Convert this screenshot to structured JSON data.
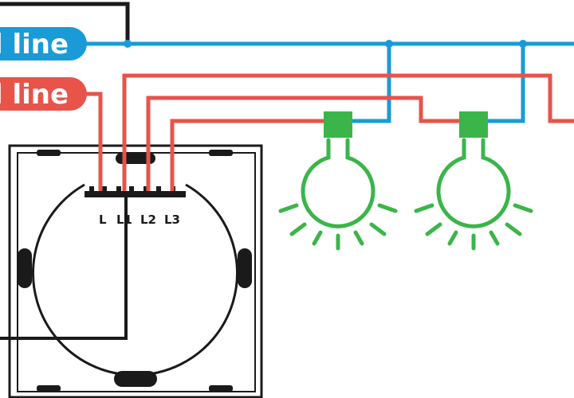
{
  "labels": {
    "neutral_line": "l line",
    "live_line": "l line"
  },
  "terminals": [
    "L",
    "L1",
    "L2",
    "L3"
  ],
  "colors": {
    "neutral": "#1a9bd7",
    "live": "#e8534a",
    "bulb": "#3bb54a",
    "outline": "#1a1a1a",
    "background": "#ffffff"
  },
  "icons": {
    "bulb": "light-bulb-icon"
  }
}
